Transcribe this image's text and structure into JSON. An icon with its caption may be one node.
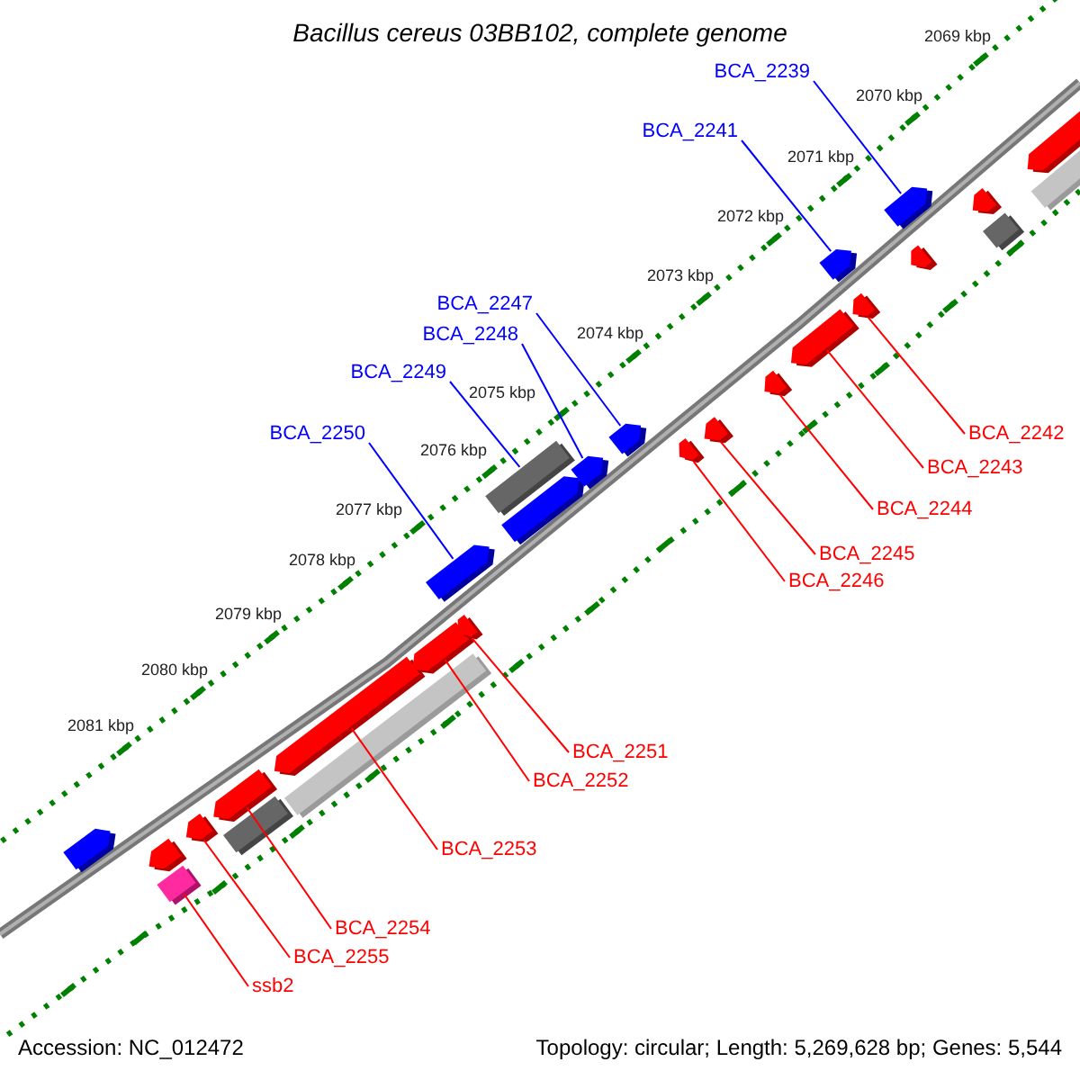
{
  "diagram": {
    "title": "Bacillus cereus 03BB102, complete genome",
    "nodes": [
      {
        "text": [
          "BCA_2239"
        ]
      },
      {
        "text": [
          "BCA_2241"
        ]
      },
      {
        "text": [
          "BCA_2247"
        ]
      },
      {
        "text": [
          "BCA_2248"
        ]
      },
      {
        "text": [
          "BCA_2249"
        ]
      },
      {
        "text": [
          "BCA_2250"
        ]
      },
      {
        "text": [
          "BCA_2242"
        ]
      },
      {
        "text": [
          "BCA_2243"
        ]
      },
      {
        "text": [
          "BCA_2244"
        ]
      },
      {
        "text": [
          "BCA_2245"
        ]
      },
      {
        "text": [
          "BCA_2246"
        ]
      },
      {
        "text": [
          "BCA_2251"
        ]
      },
      {
        "text": [
          "BCA_2252"
        ]
      },
      {
        "text": [
          "BCA_2253"
        ]
      },
      {
        "text": [
          "BCA_2254"
        ]
      },
      {
        "text": [
          "BCA_2255"
        ]
      },
      {
        "text": [
          "ssb2"
        ]
      },
      {
        "text": [],
        "shape": "pentagon"
      },
      {
        "text": [],
        "shape": "pentagon"
      },
      {
        "text": [],
        "shape": "bar"
      },
      {
        "text": [],
        "shape": "pentagon"
      },
      {
        "text": [],
        "shape": "pentagon"
      },
      {
        "text": [],
        "shape": "bar"
      },
      {
        "text": [],
        "shape": "pentagon"
      },
      {
        "text": [],
        "shape": "bar"
      },
      {
        "text": [],
        "shape": "pentagon"
      },
      {
        "text": [],
        "shape": "pentagon"
      },
      {
        "text": [],
        "shape": "pentagon"
      },
      {
        "text": [],
        "shape": "bar"
      },
      {
        "text": [],
        "shape": "pentagon"
      },
      {
        "text": [],
        "shape": "pentagon"
      },
      {
        "text": [],
        "shape": "pentagon"
      },
      {
        "text": [],
        "shape": "pentagon"
      },
      {
        "text": [],
        "shape": "pentagon"
      },
      {
        "text": [],
        "shape": "pentagon"
      },
      {
        "text": [],
        "shape": "pentagon"
      },
      {
        "text": [],
        "shape": "pentagon"
      },
      {
        "text": [],
        "shape": "pentagon"
      },
      {
        "text": [],
        "shape": "pentagon"
      },
      {
        "text": [],
        "shape": "pentagon"
      },
      {
        "text": [],
        "shape": "pentagon"
      },
      {
        "text": [],
        "shape": "bar"
      },
      {
        "text": [],
        "shape": "pentagon"
      },
      {
        "text": [],
        "shape": "bar"
      }
    ],
    "edges": [
      {
        "from": 0,
        "to": 38,
        "arrow": "none",
        "color": "#0000ff"
      },
      {
        "from": 1,
        "to": 36,
        "arrow": "none",
        "color": "#0000ff"
      },
      {
        "from": 2,
        "to": 31,
        "arrow": "none",
        "color": "#0000ff"
      },
      {
        "from": 3,
        "to": 30,
        "arrow": "none",
        "color": "#0000ff"
      },
      {
        "from": 4,
        "to": 28,
        "arrow": "none",
        "color": "#0000ff"
      },
      {
        "from": 5,
        "to": 26,
        "arrow": "none",
        "color": "#0000ff"
      },
      {
        "from": 6,
        "to": 37,
        "arrow": "none"
      },
      {
        "from": 7,
        "to": 35,
        "arrow": "none"
      },
      {
        "from": 8,
        "to": 34,
        "arrow": "none"
      },
      {
        "from": 9,
        "to": 33,
        "arrow": "none"
      },
      {
        "from": 10,
        "to": 32,
        "arrow": "none"
      },
      {
        "from": 11,
        "to": 27,
        "arrow": "none"
      },
      {
        "from": 12,
        "to": 25,
        "arrow": "none"
      },
      {
        "from": 13,
        "to": 23,
        "arrow": "none"
      },
      {
        "from": 14,
        "to": 21,
        "arrow": "none"
      },
      {
        "from": 15,
        "to": 20,
        "arrow": "none"
      },
      {
        "from": 16,
        "to": 19,
        "arrow": "none"
      }
    ],
    "labels": [
      "2069 kbp",
      "2070 kbp",
      "2071 kbp",
      "2072 kbp",
      "2073 kbp",
      "2074 kbp",
      "2075 kbp",
      "2076 kbp",
      "2077 kbp",
      "2078 kbp",
      "2079 kbp",
      "2080 kbp",
      "2081 kbp",
      "Accession: NC_012472",
      "Topology: circular; Length: 5,269,628 bp; Genes: 5,544"
    ]
  }
}
